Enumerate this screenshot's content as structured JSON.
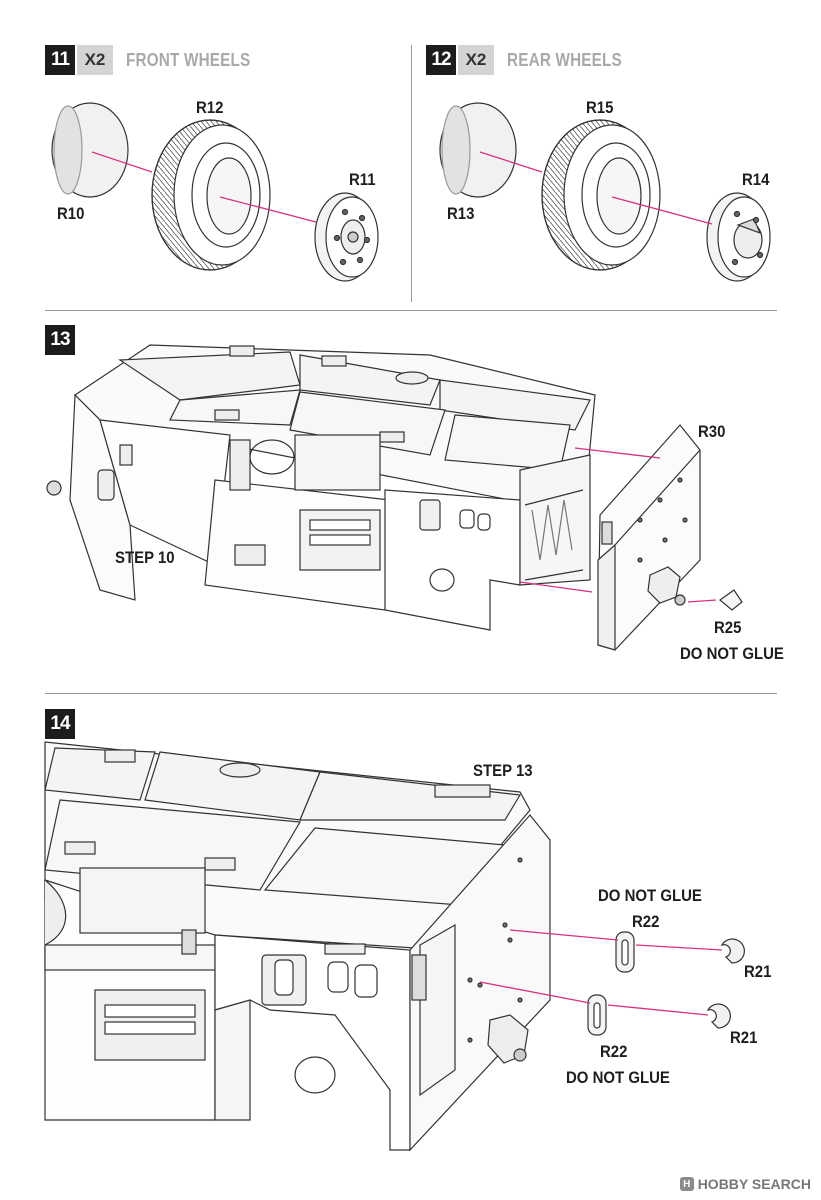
{
  "steps": {
    "s11": {
      "number": "11",
      "multiplier": "X2",
      "title": "FRONT WHEELS"
    },
    "s12": {
      "number": "12",
      "multiplier": "X2",
      "title": "REAR WHEELS"
    },
    "s13": {
      "number": "13"
    },
    "s14": {
      "number": "14"
    }
  },
  "labels": {
    "r10": "R10",
    "r11": "R11",
    "r12": "R12",
    "r13": "R13",
    "r14": "R14",
    "r15": "R15",
    "r30": "R30",
    "r25": "R25",
    "do_not_glue_r25": "DO NOT GLUE",
    "step10": "STEP 10",
    "step13": "STEP 13",
    "do_not_glue_top": "DO NOT GLUE",
    "r22_top": "R22",
    "r21_top": "R21",
    "r21_bottom": "R21",
    "r22_bottom": "R22",
    "do_not_glue_bottom": "DO NOT GLUE"
  },
  "watermark": {
    "badge": "H",
    "text": "HOBBY SEARCH"
  },
  "colors": {
    "leader_line": "#d6337f",
    "step_badge": "#1c1c1c",
    "title_gray": "#a9a9a9"
  }
}
